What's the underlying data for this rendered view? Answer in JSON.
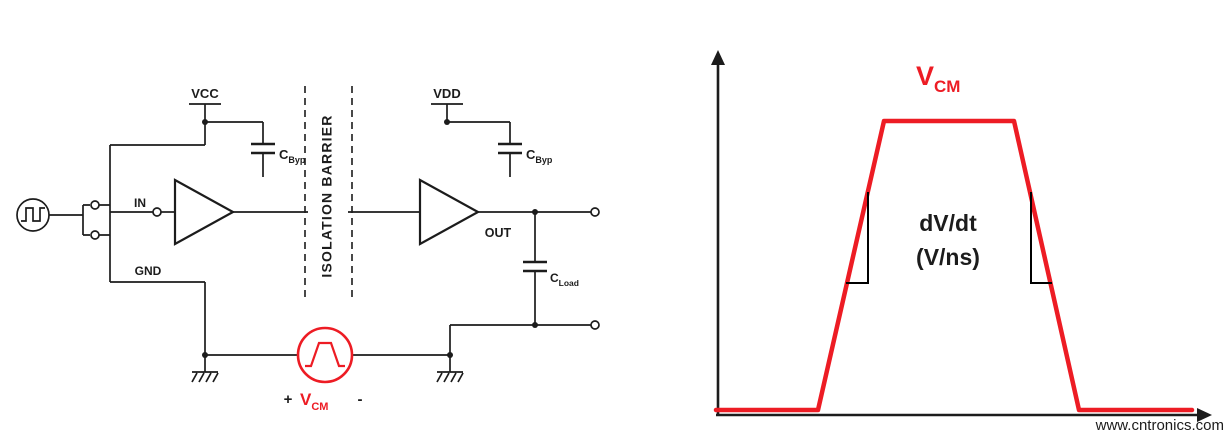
{
  "colors": {
    "background": "#ffffff",
    "wire": "#1c1c1c",
    "accent_red": "#ed1c24",
    "watermark_green": "#aac6aa"
  },
  "circuit": {
    "vcc": "VCC",
    "vdd": "VDD",
    "in": "IN",
    "gnd": "GND",
    "out": "OUT",
    "barrier": "ISOLATION BARRIER",
    "cbyp_left": {
      "c": "C",
      "sub": "Byp"
    },
    "cbyp_right": {
      "c": "C",
      "sub": "Byp"
    },
    "cload": {
      "c": "C",
      "sub": "Load"
    },
    "vcm": {
      "plus": "+",
      "v": "V",
      "sub": "CM",
      "minus": "-"
    }
  },
  "chart": {
    "title": {
      "v": "V",
      "sub": "CM"
    },
    "dvdt": "dV/dt",
    "vns": "(V/ns)"
  },
  "watermark": "www.cntronics.com",
  "chart_data": {
    "type": "line",
    "title": "VCM",
    "series": [
      {
        "name": "VCM",
        "shape": "trapezoid-pulse",
        "x_rel": [
          0,
          0.21,
          0.34,
          0.61,
          0.74,
          0.98
        ],
        "y_rel": [
          0,
          0,
          1,
          1,
          0,
          0
        ]
      }
    ],
    "annotations": [
      {
        "text": "VCM",
        "color": "#ed1c24",
        "position": "above-flat-top"
      },
      {
        "text": "dV/dt (V/ns)",
        "color": "#000000",
        "position": "center-between-edges"
      }
    ],
    "axes": {
      "x_ticks": [],
      "y_ticks": [],
      "grid": false,
      "arrows": true
    }
  }
}
